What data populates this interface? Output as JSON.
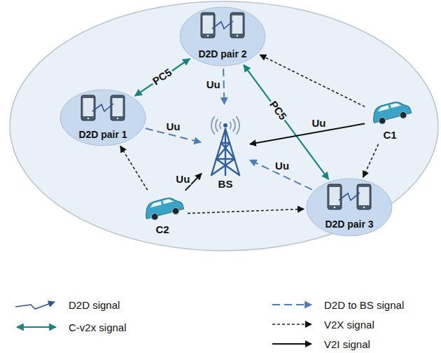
{
  "diagram": {
    "nodes": [
      {
        "text": [
          "D2D pair 2"
        ]
      },
      {
        "text": [
          "D2D pair 1"
        ]
      },
      {
        "text": [
          "C1"
        ]
      },
      {
        "text": [
          "BS"
        ]
      },
      {
        "text": [
          "C2"
        ]
      },
      {
        "text": [
          "D2D pair 3"
        ]
      }
    ],
    "edges": [
      {
        "from": 1,
        "to": 0,
        "arrow": "both",
        "label": "PC5"
      },
      {
        "from": 0,
        "to": 5,
        "arrow": "both",
        "label": "PC5"
      },
      {
        "from": 0,
        "to": 3,
        "arrow": "to",
        "label": "Uu"
      },
      {
        "from": 1,
        "to": 3,
        "arrow": "to",
        "label": "Uu"
      },
      {
        "from": 2,
        "to": 3,
        "arrow": "to",
        "label": "Uu"
      },
      {
        "from": 4,
        "to": 3,
        "arrow": "to",
        "label": "Uu"
      },
      {
        "from": 5,
        "to": 3,
        "arrow": "to",
        "label": "Uu"
      },
      {
        "from": 2,
        "to": 0,
        "arrow": "to"
      },
      {
        "from": 2,
        "to": 5,
        "arrow": "to"
      },
      {
        "from": 4,
        "to": 1,
        "arrow": "to"
      },
      {
        "from": 4,
        "to": 5,
        "arrow": "to"
      }
    ],
    "legend": [
      {
        "text": "D2D signal"
      },
      {
        "text": "C-v2x signal"
      },
      {
        "text": "D2D to BS signal"
      },
      {
        "text": "V2X signal"
      },
      {
        "text": "V2I signal"
      }
    ]
  }
}
